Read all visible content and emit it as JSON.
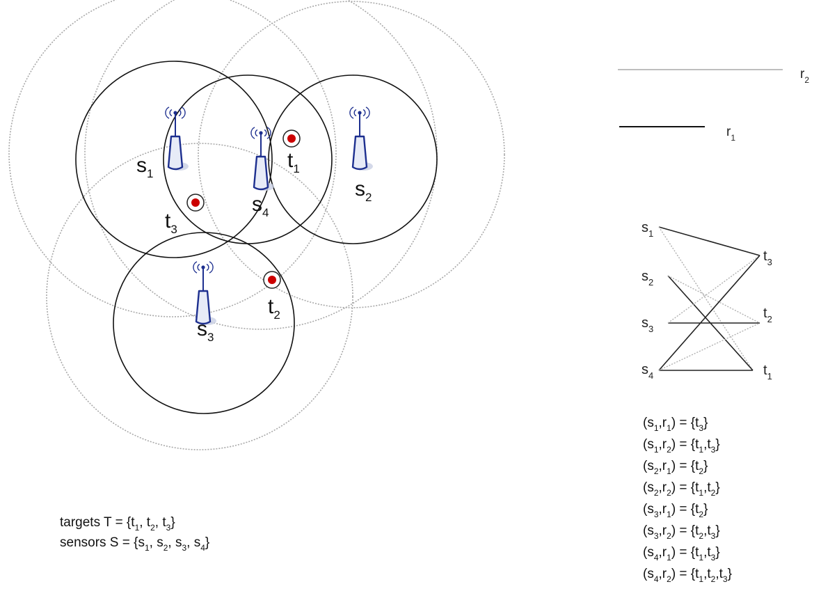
{
  "legend": [
    {
      "id": "r2",
      "name": "r",
      "sub": "2",
      "style": "dotted-gray"
    },
    {
      "id": "r1",
      "name": "r",
      "sub": "1",
      "style": "solid-black"
    }
  ],
  "sensors": [
    {
      "id": "s1",
      "name": "s",
      "sub": "1"
    },
    {
      "id": "s2",
      "name": "s",
      "sub": "2"
    },
    {
      "id": "s3",
      "name": "s",
      "sub": "3"
    },
    {
      "id": "s4",
      "name": "s",
      "sub": "4"
    }
  ],
  "targets": [
    {
      "id": "t1",
      "name": "t",
      "sub": "1"
    },
    {
      "id": "t2",
      "name": "t",
      "sub": "2"
    },
    {
      "id": "t3",
      "name": "t",
      "sub": "3"
    }
  ],
  "bipartite": {
    "left": [
      {
        "id": "s1",
        "name": "s",
        "sub": "1"
      },
      {
        "id": "s2",
        "name": "s",
        "sub": "2"
      },
      {
        "id": "s3",
        "name": "s",
        "sub": "3"
      },
      {
        "id": "s4",
        "name": "s",
        "sub": "4"
      }
    ],
    "right": [
      {
        "id": "t3",
        "name": "t",
        "sub": "3"
      },
      {
        "id": "t2",
        "name": "t",
        "sub": "2"
      },
      {
        "id": "t1",
        "name": "t",
        "sub": "1"
      }
    ],
    "edges": [
      {
        "from": "s1",
        "to": "t3",
        "range": "r1"
      },
      {
        "from": "s1",
        "to": "t1",
        "range": "r2"
      },
      {
        "from": "s2",
        "to": "t1",
        "range": "r1"
      },
      {
        "from": "s2",
        "to": "t2",
        "range": "r2"
      },
      {
        "from": "s3",
        "to": "t2",
        "range": "r1"
      },
      {
        "from": "s3",
        "to": "t3",
        "range": "r2"
      },
      {
        "from": "s4",
        "to": "t1",
        "range": "r1"
      },
      {
        "from": "s4",
        "to": "t3",
        "range": "r1"
      },
      {
        "from": "s4",
        "to": "t2",
        "range": "r2"
      }
    ]
  },
  "equations": [
    [
      [
        "(s",
        "n"
      ],
      [
        "1",
        "s"
      ],
      [
        ",r",
        "n"
      ],
      [
        "1",
        "s"
      ],
      [
        ") = {t",
        "n"
      ],
      [
        "3",
        "s"
      ],
      [
        "}",
        "n"
      ]
    ],
    [
      [
        "(s",
        "n"
      ],
      [
        "1",
        "s"
      ],
      [
        ",r",
        "n"
      ],
      [
        "2",
        "s"
      ],
      [
        ") = {t",
        "n"
      ],
      [
        "1",
        "s"
      ],
      [
        ",t",
        "n"
      ],
      [
        "3",
        "s"
      ],
      [
        "}",
        "n"
      ]
    ],
    [
      [
        "(s",
        "n"
      ],
      [
        "2",
        "s"
      ],
      [
        ",r",
        "n"
      ],
      [
        "1",
        "s"
      ],
      [
        ") = {t",
        "n"
      ],
      [
        "2",
        "s"
      ],
      [
        "}",
        "n"
      ]
    ],
    [
      [
        "(s",
        "n"
      ],
      [
        "2",
        "s"
      ],
      [
        ",r",
        "n"
      ],
      [
        "2",
        "s"
      ],
      [
        ") = {t",
        "n"
      ],
      [
        "1",
        "s"
      ],
      [
        ",t",
        "n"
      ],
      [
        "2",
        "s"
      ],
      [
        "}",
        "n"
      ]
    ],
    [
      [
        "(s",
        "n"
      ],
      [
        "3",
        "s"
      ],
      [
        ",r",
        "n"
      ],
      [
        "1",
        "s"
      ],
      [
        ") = {t",
        "n"
      ],
      [
        "2",
        "s"
      ],
      [
        "}",
        "n"
      ]
    ],
    [
      [
        "(s",
        "n"
      ],
      [
        "3",
        "s"
      ],
      [
        ",r",
        "n"
      ],
      [
        "2",
        "s"
      ],
      [
        ") = {t",
        "n"
      ],
      [
        "2",
        "s"
      ],
      [
        ",t",
        "n"
      ],
      [
        "3",
        "s"
      ],
      [
        "}",
        "n"
      ]
    ],
    [
      [
        "(s",
        "n"
      ],
      [
        "4",
        "s"
      ],
      [
        ",r",
        "n"
      ],
      [
        "1",
        "s"
      ],
      [
        ") = {t",
        "n"
      ],
      [
        "1",
        "s"
      ],
      [
        ",t",
        "n"
      ],
      [
        "3",
        "s"
      ],
      [
        "}",
        "n"
      ]
    ],
    [
      [
        "(s",
        "n"
      ],
      [
        "4",
        "s"
      ],
      [
        ",r",
        "n"
      ],
      [
        "2",
        "s"
      ],
      [
        ") = {t",
        "n"
      ],
      [
        "1",
        "s"
      ],
      [
        ",t",
        "n"
      ],
      [
        "2",
        "s"
      ],
      [
        ",t",
        "n"
      ],
      [
        "3",
        "s"
      ],
      [
        "}",
        "n"
      ]
    ]
  ],
  "captions": [
    [
      [
        "targets T = {t",
        "n"
      ],
      [
        "1",
        "s"
      ],
      [
        ", t",
        "n"
      ],
      [
        "2",
        "s"
      ],
      [
        ", t",
        "n"
      ],
      [
        "3",
        "s"
      ],
      [
        "}",
        "n"
      ]
    ],
    [
      [
        "sensors S = {s",
        "n"
      ],
      [
        "1",
        "s"
      ],
      [
        ", s",
        "n"
      ],
      [
        "2",
        "s"
      ],
      [
        ", s",
        "n"
      ],
      [
        "3",
        "s"
      ],
      [
        ", s",
        "n"
      ],
      [
        "4",
        "s"
      ],
      [
        "}",
        "n"
      ]
    ]
  ],
  "colors": {
    "r1_circle": "#111111",
    "r2_circle": "#a8a8a8",
    "sensor_body": "#1d2f8f",
    "sensor_fill": "#e7ebf7",
    "sensor_shadow": "#c9d0e3",
    "target_dot": "#cc0000",
    "edge_r1": "#222222",
    "edge_r2": "#b0b0b0"
  },
  "icons": {
    "sensor": "antenna-tower-icon",
    "target": "target-dot-icon"
  }
}
